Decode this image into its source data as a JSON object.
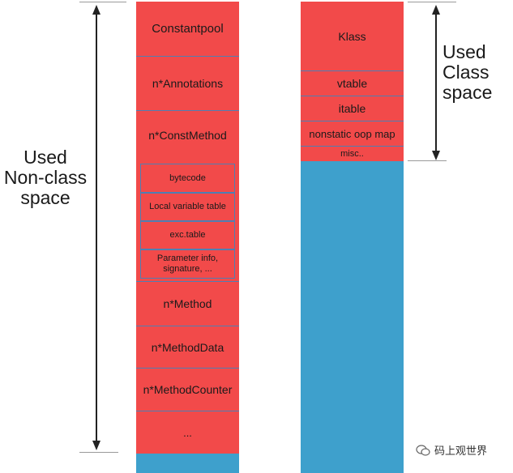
{
  "non_class": {
    "label": "Used\nNon-class\nspace",
    "blocks": [
      "Constantpool",
      "n*Annotations",
      "n*ConstMethod",
      "n*Method",
      "n*MethodData",
      "n*MethodCounter",
      "..."
    ],
    "constmethod_parts": [
      "bytecode",
      "Local variable table",
      "exc.table",
      "Parameter info,\nsignature, ..."
    ]
  },
  "class_space": {
    "label": "Used\nClass\nspace",
    "blocks": [
      "Klass",
      "vtable",
      "itable",
      "nonstatic oop map",
      "misc.."
    ]
  },
  "watermark": "码上观世界",
  "colors": {
    "used": "#f24a4a",
    "free": "#3ea0cc",
    "border": "#4f7fb3"
  }
}
